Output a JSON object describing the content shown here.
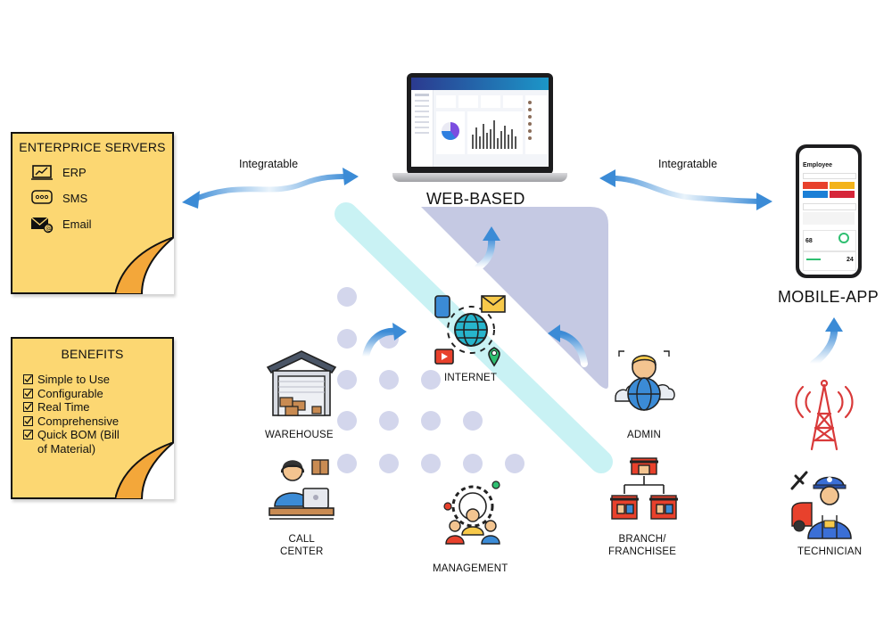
{
  "enterprise_servers": {
    "title": "ENTERPRICE SERVERS",
    "items": [
      {
        "label": "ERP",
        "icon": "erp-icon"
      },
      {
        "label": "SMS",
        "icon": "sms-bubble-icon"
      },
      {
        "label": "Email",
        "icon": "email-icon"
      }
    ]
  },
  "benefits": {
    "title": "BENEFITS",
    "items": [
      "Simple to Use",
      "Configurable",
      "Real Time",
      "Comprehensive",
      "Quick BOM (Bill",
      "of Material)"
    ]
  },
  "integratable": {
    "left": "Integratable",
    "right": "Integratable"
  },
  "web_based": "WEB-BASED",
  "mobile_app": "MOBILE-APP",
  "nodes": {
    "internet": "INTERNET",
    "warehouse": "WAREHOUSE",
    "admin": "ADMIN",
    "call_center_line1": "CALL",
    "call_center_line2": "CENTER",
    "management": "MANAGEMENT",
    "branch_line1": "BRANCH/",
    "branch_line2": "FRANCHISEE",
    "technician": "TECHNICIAN"
  },
  "phone_screen": {
    "title": "Employee",
    "value_a": "68",
    "value_b": "24"
  },
  "colors": {
    "note_fill": "#fcd772",
    "note_fold": "#f3a73a",
    "arrow_blue": "#3f8fd6",
    "triangle": "#c5c9e3",
    "stripe": "#c9f2f4",
    "dots": "#d3d6ec"
  }
}
